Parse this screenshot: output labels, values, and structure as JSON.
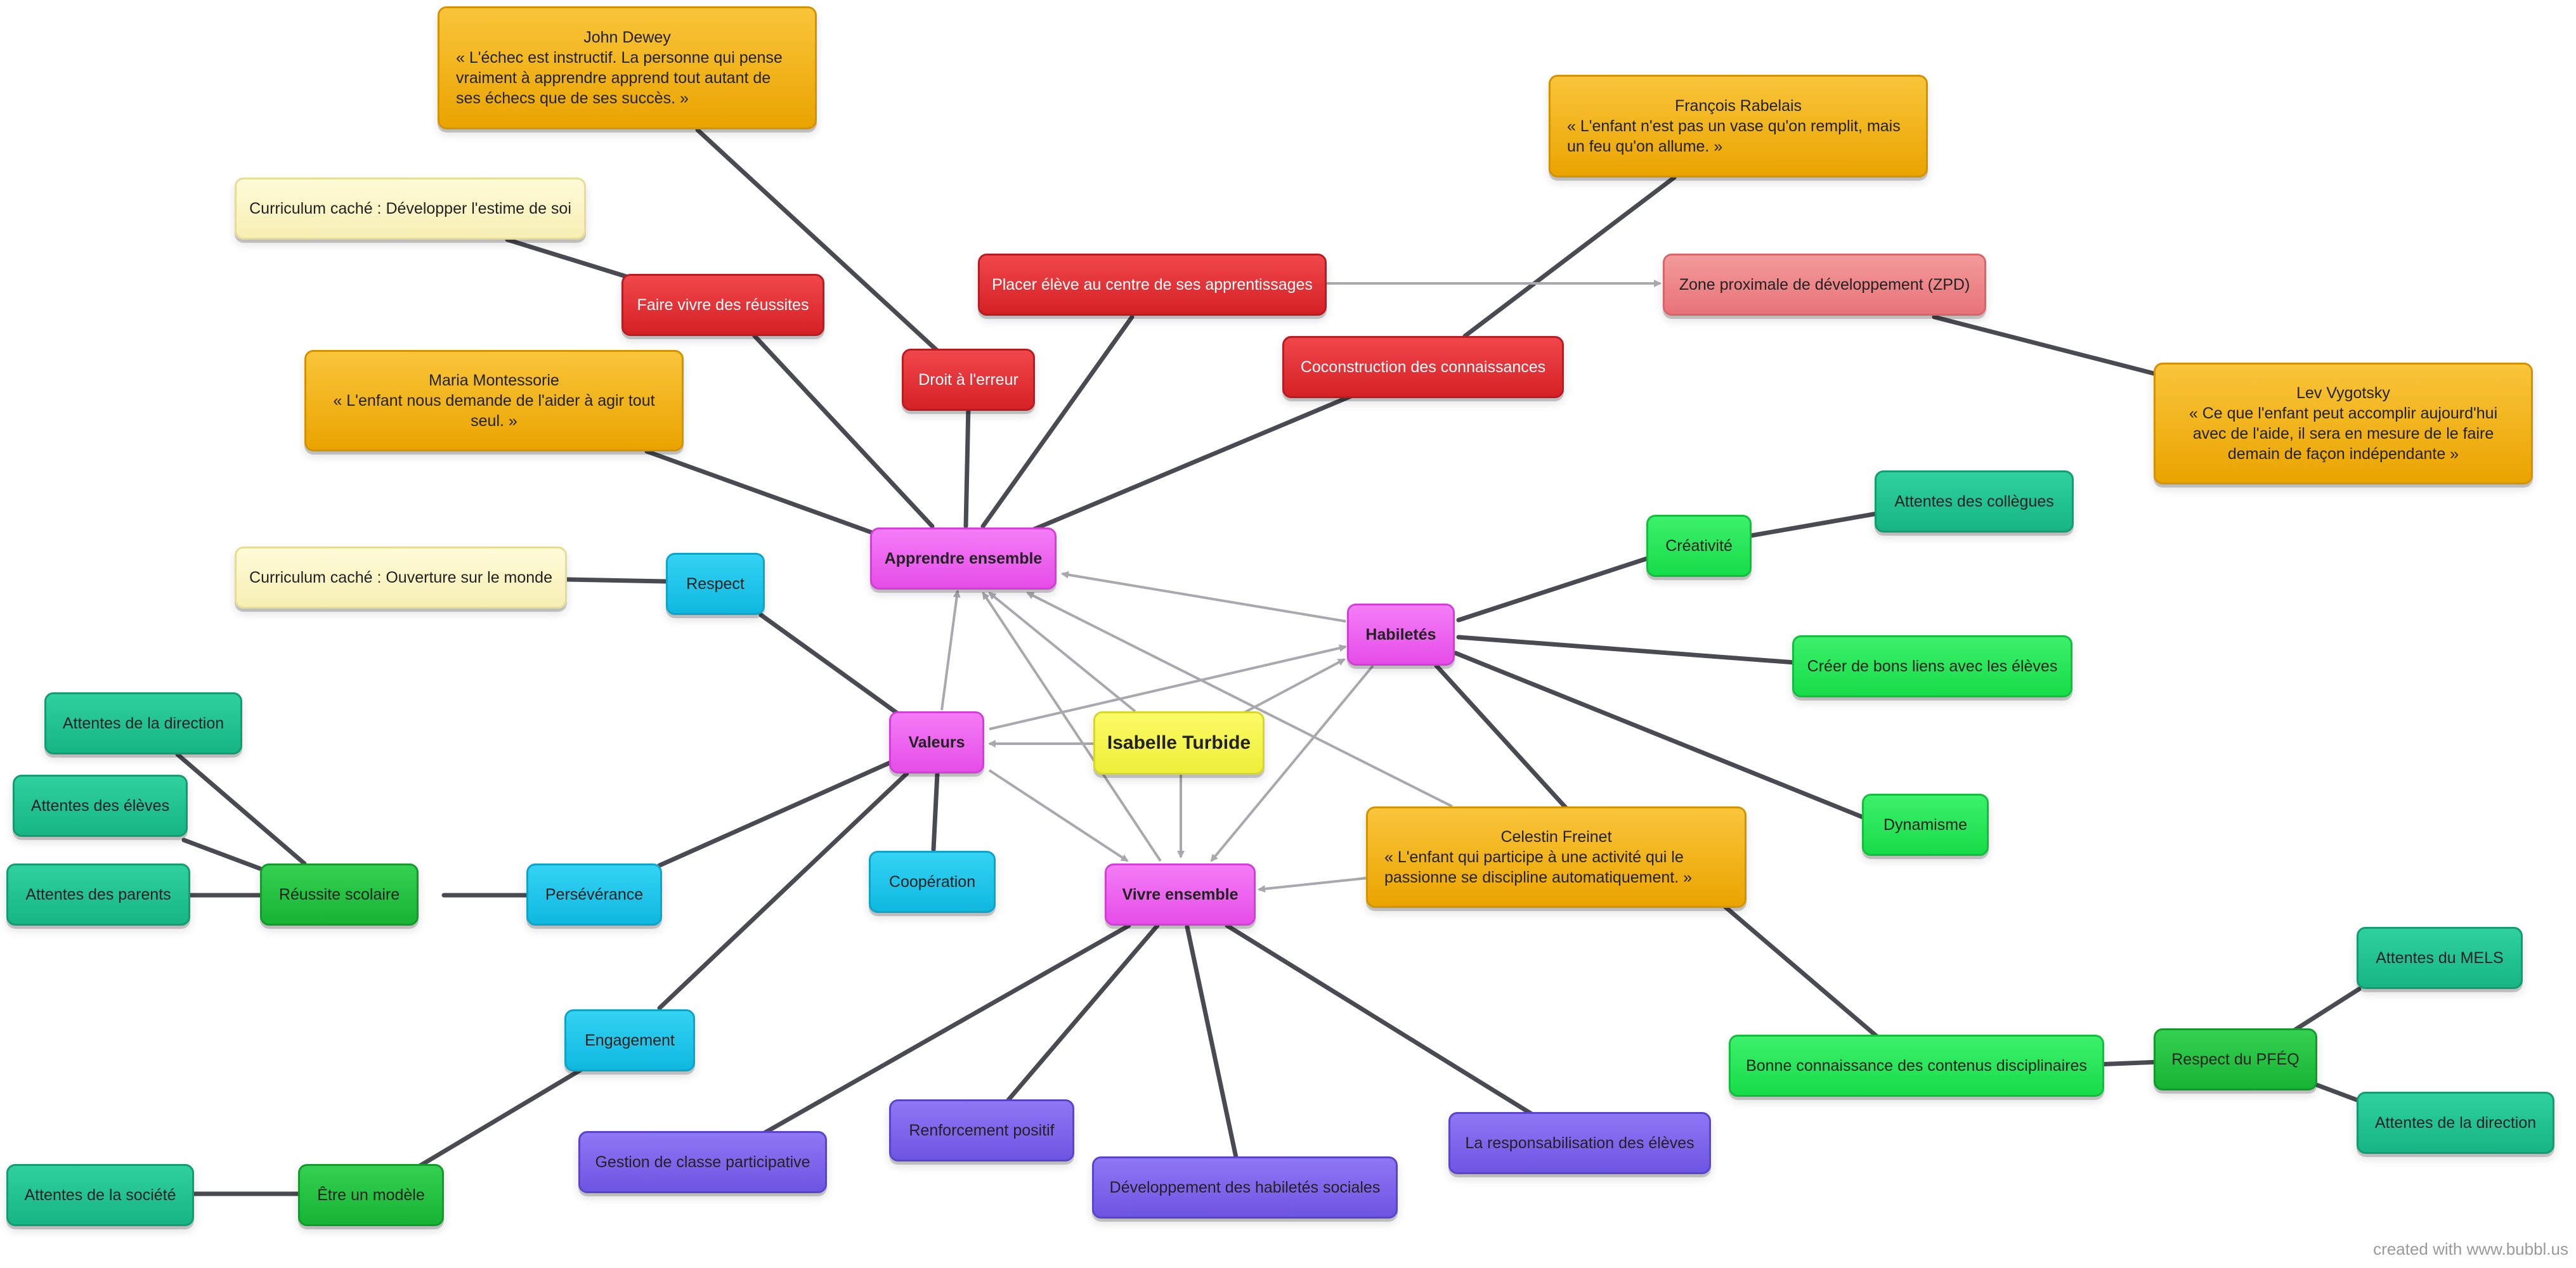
{
  "credit": "created with www.bubbl.us",
  "colors": {
    "pink": "#e64de8",
    "yellow": "#eeee3a",
    "red": "#d52126",
    "salmon": "#e87377",
    "orange": "#eaa400",
    "cream": "#f6efb4",
    "cyan": "#0fb8e0",
    "light_green": "#17dc49",
    "dark_green": "#17b334",
    "teal": "#17b583",
    "purple": "#6d55e3",
    "edge": "#4a4a52",
    "arrow": "#a8a8ae"
  },
  "nodes": {
    "center": "Isabelle Turbide",
    "apprendre": "Apprendre ensemble",
    "vivre": "Vivre ensemble",
    "valeurs": "Valeurs",
    "habiletes": "Habiletés",
    "droit_erreur": "Droit à l'erreur",
    "faire_vivre": "Faire vivre des réussites",
    "placer_eleve": "Placer élève au centre de ses apprentissages",
    "coconstruction": "Coconstruction des connaissances",
    "zpd": "Zone proximale de développement (ZPD)",
    "curriculum_estime": "Curriculum caché : Développer l'estime de soi",
    "curriculum_monde": "Curriculum caché : Ouverture sur le monde",
    "respect": "Respect",
    "perseverance": "Persévérance",
    "cooperation": "Coopération",
    "engagement": "Engagement",
    "reussite": "Réussite scolaire",
    "etre_modele": "Être un modèle",
    "att_direction_1": "Attentes de la direction",
    "att_eleves": "Attentes des élèves",
    "att_parents": "Attentes des parents",
    "att_societe": "Attentes de la société",
    "creativite": "Créativité",
    "att_collegues": "Attentes des collègues",
    "bons_liens": "Créer de bons liens avec les élèves",
    "dynamisme": "Dynamisme",
    "bonne_connaissance": "Bonne connaissance des contenus disciplinaires",
    "respect_pfeq": "Respect du PFÉQ",
    "att_mels": "Attentes du MELS",
    "att_direction_2": "Attentes de la direction",
    "gestion_classe": "Gestion de classe participative",
    "renforcement": "Renforcement positif",
    "dev_habiletes": "Développement des habiletés sociales",
    "responsabilisation": "La responsabilisation des élèves"
  },
  "quotes": {
    "dewey": {
      "author": "John Dewey",
      "text": "« L'échec est instructif. La personne qui pense vraiment à apprendre apprend tout autant de ses échecs que de ses succès. »"
    },
    "rabelais": {
      "author": "François Rabelais",
      "text": "« L'enfant n'est pas un vase qu'on remplit, mais un feu qu'on allume. »"
    },
    "montessori": {
      "author": "Maria Montessorie",
      "text": "« L'enfant nous demande de l'aider à agir tout seul. »"
    },
    "vygotsky": {
      "author": "Lev Vygotsky",
      "text": "« Ce que l'enfant peut accomplir aujourd'hui avec de l'aide, il sera en mesure de le faire demain de façon indépendante »"
    },
    "freinet": {
      "author": "Celestin Freinet",
      "text": "« L'enfant qui participe à une activité qui le passionne se discipline automatiquement. »"
    }
  }
}
